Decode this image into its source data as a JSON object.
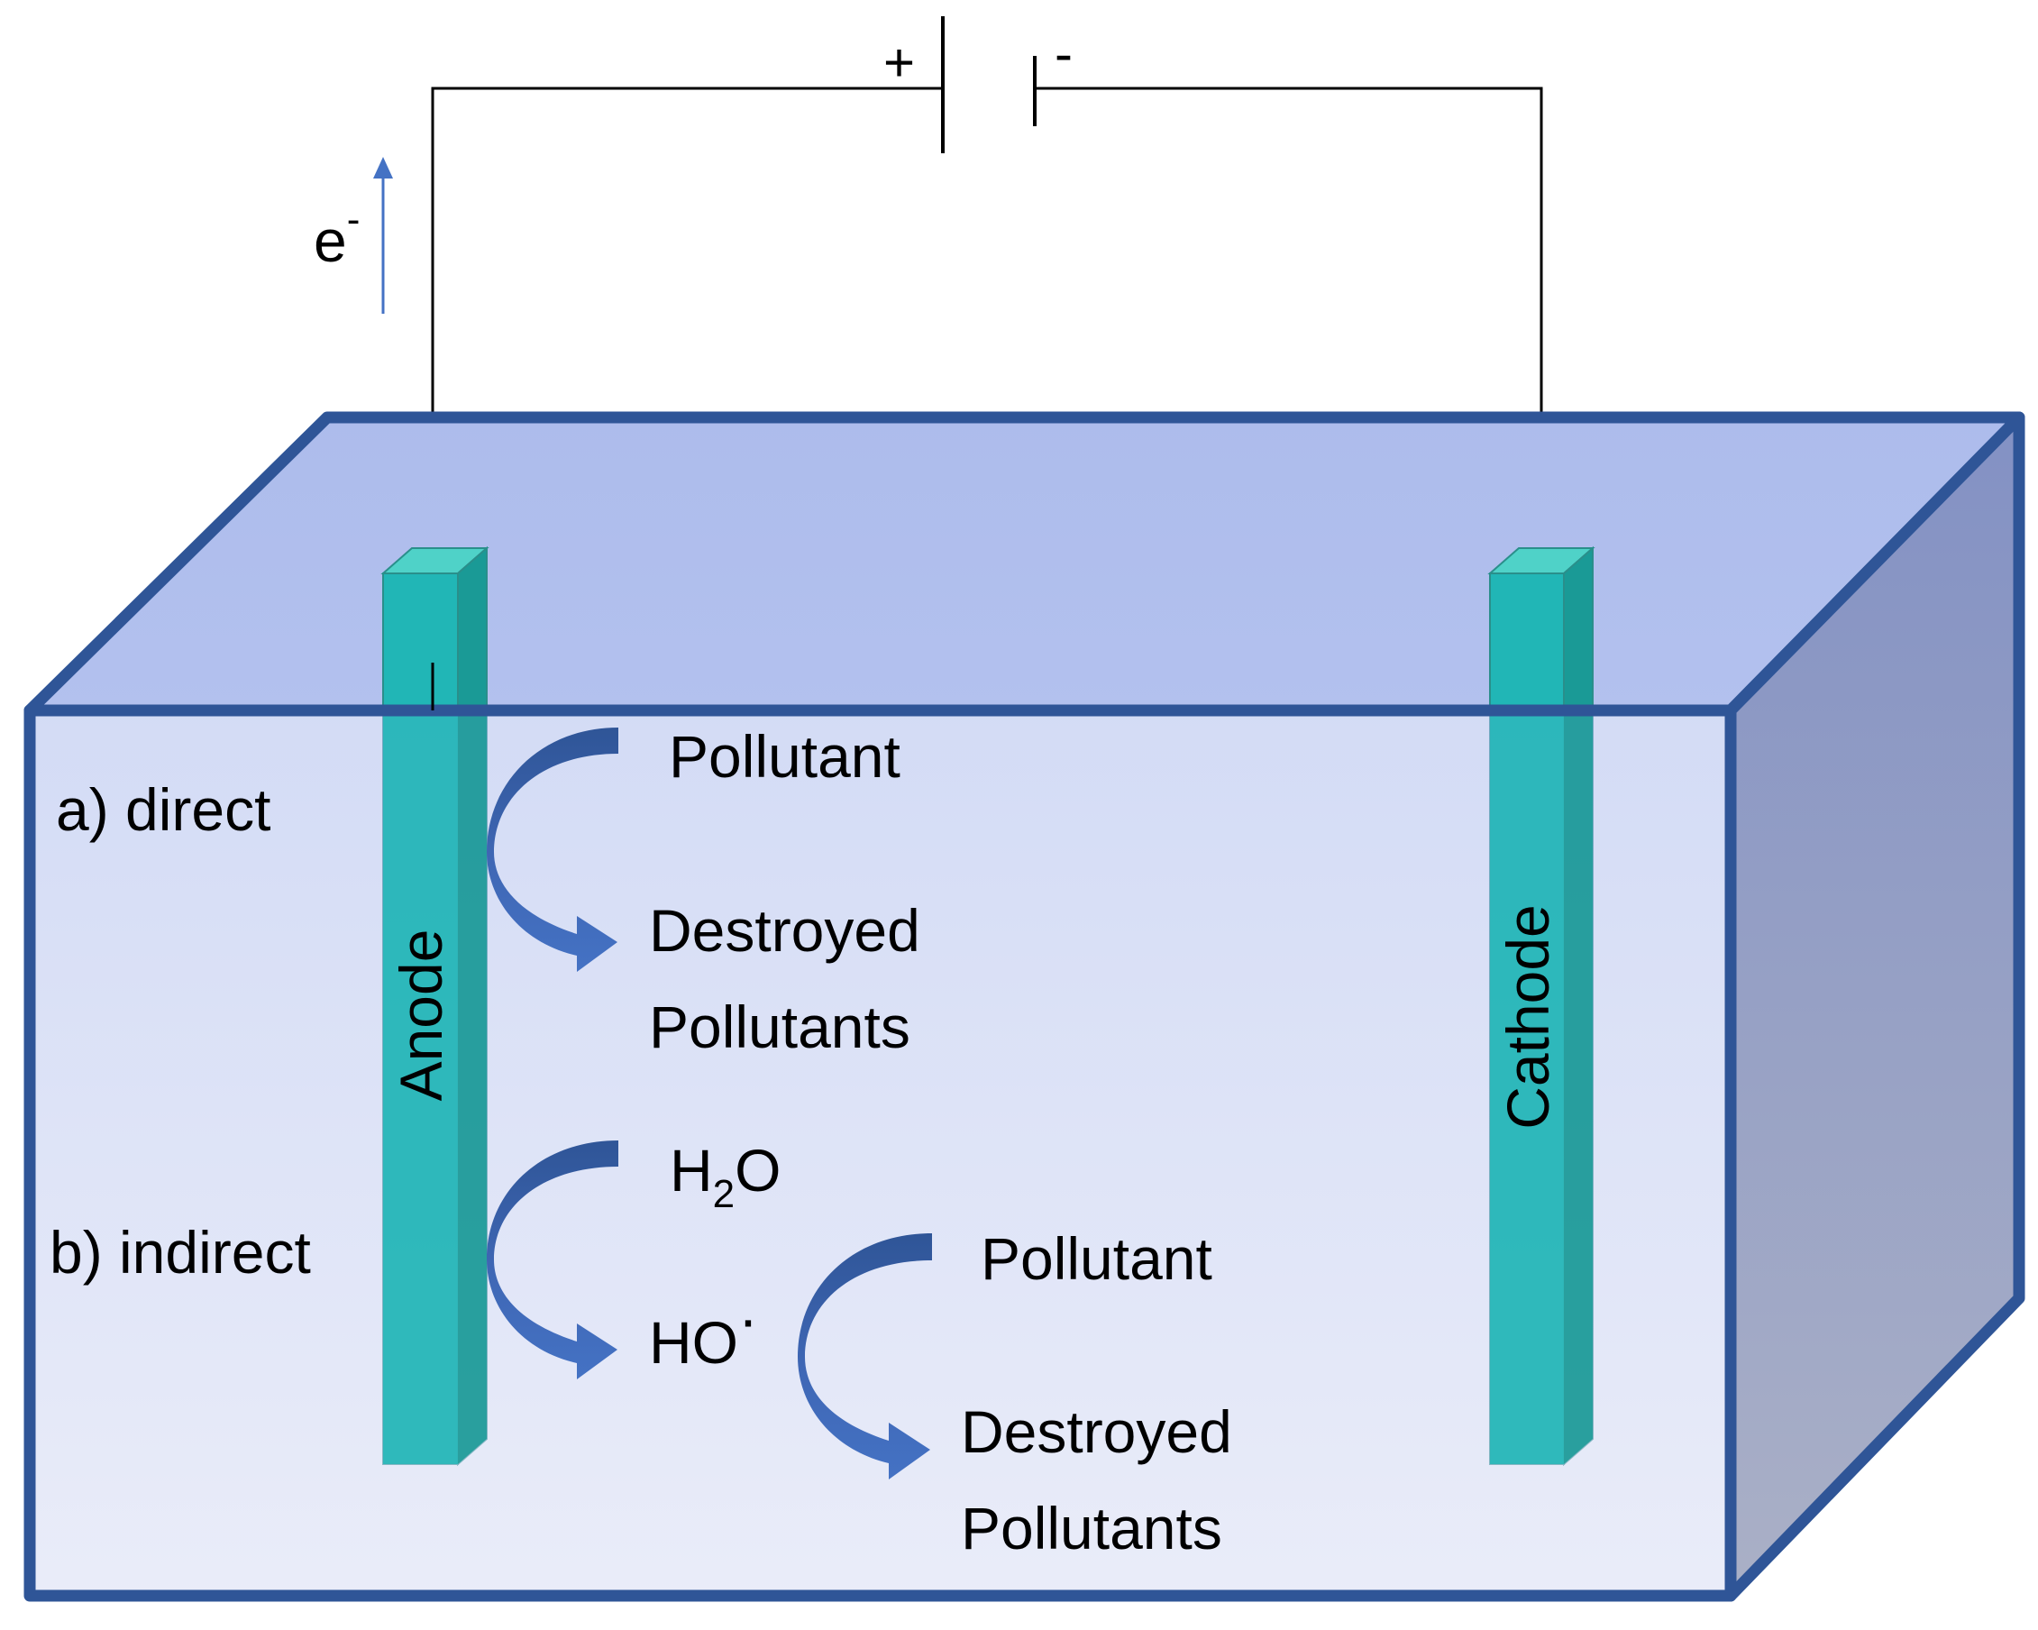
{
  "battery": {
    "positive": "+",
    "negative": "-"
  },
  "electron": {
    "base": "e",
    "sup": "-"
  },
  "electrodes": {
    "anode": "Anode",
    "cathode": "Cathode"
  },
  "direct": {
    "label": "a) direct",
    "reactant": "Pollutant",
    "product_line1": "Destroyed",
    "product_line2": "Pollutants"
  },
  "indirect": {
    "label": "b) indirect",
    "water": {
      "h": "H",
      "sub": "2",
      "o": "O"
    },
    "radical": {
      "base": "HO",
      "sup": "·"
    },
    "reactant": "Pollutant",
    "product_line1": "Destroyed",
    "product_line2": "Pollutants"
  },
  "colors": {
    "tank_top": "#aebcec",
    "tank_front_top": "#afbeed",
    "tank_front_bottom": "#d8ddf4",
    "tank_side": "#8f9bc8",
    "tank_edge": "#2f5597",
    "electrode": "#21b6b6",
    "electrode_side": "#1a9a96",
    "electrode_top": "#4fd2c8",
    "arrow": "#4472c4",
    "arrow_dark": "#2f5597",
    "electron_arrow": "#4472c4",
    "wire": "#000000"
  }
}
